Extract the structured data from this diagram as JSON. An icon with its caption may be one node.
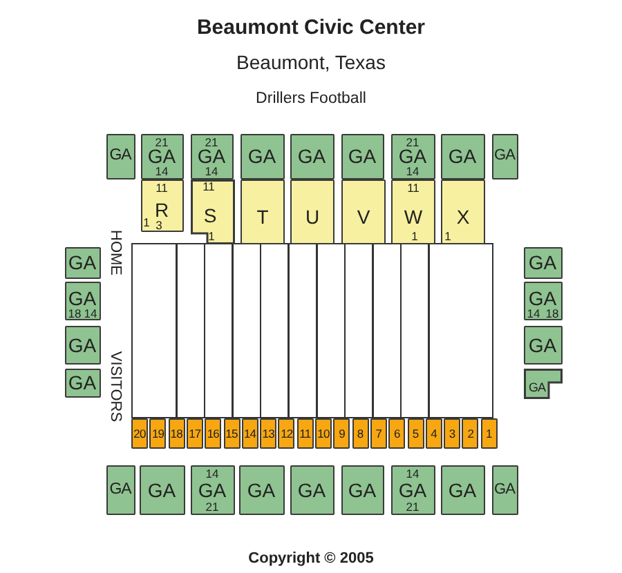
{
  "diagram": {
    "title": "Beaumont Civic Center",
    "caption": "Copyright © 2005",
    "nodes": [
      {
        "text": [
          "GA"
        ]
      },
      {
        "text": [
          "21",
          "GA",
          "14"
        ]
      },
      {
        "text": [
          "21",
          "GA",
          "14"
        ]
      },
      {
        "text": [
          "GA"
        ]
      },
      {
        "text": [
          "GA"
        ]
      },
      {
        "text": [
          "GA"
        ]
      },
      {
        "text": [
          "21",
          "GA",
          "14"
        ]
      },
      {
        "text": [
          "GA"
        ]
      },
      {
        "text": [
          "GA"
        ]
      },
      {
        "text": [
          "11",
          "R",
          "1",
          "3"
        ]
      },
      {
        "text": [
          "11",
          "S",
          "1"
        ]
      },
      {
        "text": [
          "T"
        ]
      },
      {
        "text": [
          "U"
        ]
      },
      {
        "text": [
          "V"
        ]
      },
      {
        "text": [
          "11",
          "W",
          "1"
        ]
      },
      {
        "text": [
          "X",
          "1"
        ]
      },
      {
        "text": [
          "GA"
        ]
      },
      {
        "text": [
          "GA"
        ]
      },
      {
        "text": [
          "GA",
          "18",
          "14"
        ]
      },
      {
        "text": [
          "GA",
          "14",
          "18"
        ]
      },
      {
        "text": [
          "GA"
        ]
      },
      {
        "text": [
          "GA"
        ]
      },
      {
        "text": [
          "GA"
        ]
      },
      {
        "text": [
          "GA"
        ]
      },
      {
        "text": [
          "20"
        ]
      },
      {
        "text": [
          "19"
        ]
      },
      {
        "text": [
          "18"
        ]
      },
      {
        "text": [
          "17"
        ]
      },
      {
        "text": [
          "16"
        ]
      },
      {
        "text": [
          "15"
        ]
      },
      {
        "text": [
          "14"
        ]
      },
      {
        "text": [
          "13"
        ]
      },
      {
        "text": [
          "12"
        ]
      },
      {
        "text": [
          "11"
        ]
      },
      {
        "text": [
          "10"
        ]
      },
      {
        "text": [
          "9"
        ]
      },
      {
        "text": [
          "8"
        ]
      },
      {
        "text": [
          "7"
        ]
      },
      {
        "text": [
          "6"
        ]
      },
      {
        "text": [
          "5"
        ]
      },
      {
        "text": [
          "4"
        ]
      },
      {
        "text": [
          "3"
        ]
      },
      {
        "text": [
          "2"
        ]
      },
      {
        "text": [
          "1"
        ]
      },
      {
        "text": [
          "GA"
        ]
      },
      {
        "text": [
          "GA"
        ]
      },
      {
        "text": [
          "14",
          "GA",
          "21"
        ]
      },
      {
        "text": [
          "GA"
        ]
      },
      {
        "text": [
          "GA"
        ]
      },
      {
        "text": [
          "GA"
        ]
      },
      {
        "text": [
          "14",
          "GA",
          "21"
        ]
      },
      {
        "text": [
          "GA"
        ]
      },
      {
        "text": [
          "GA"
        ]
      }
    ],
    "labels": [
      "Beaumont, Texas",
      "Drillers Football",
      "HOME",
      "VISITORS"
    ]
  }
}
